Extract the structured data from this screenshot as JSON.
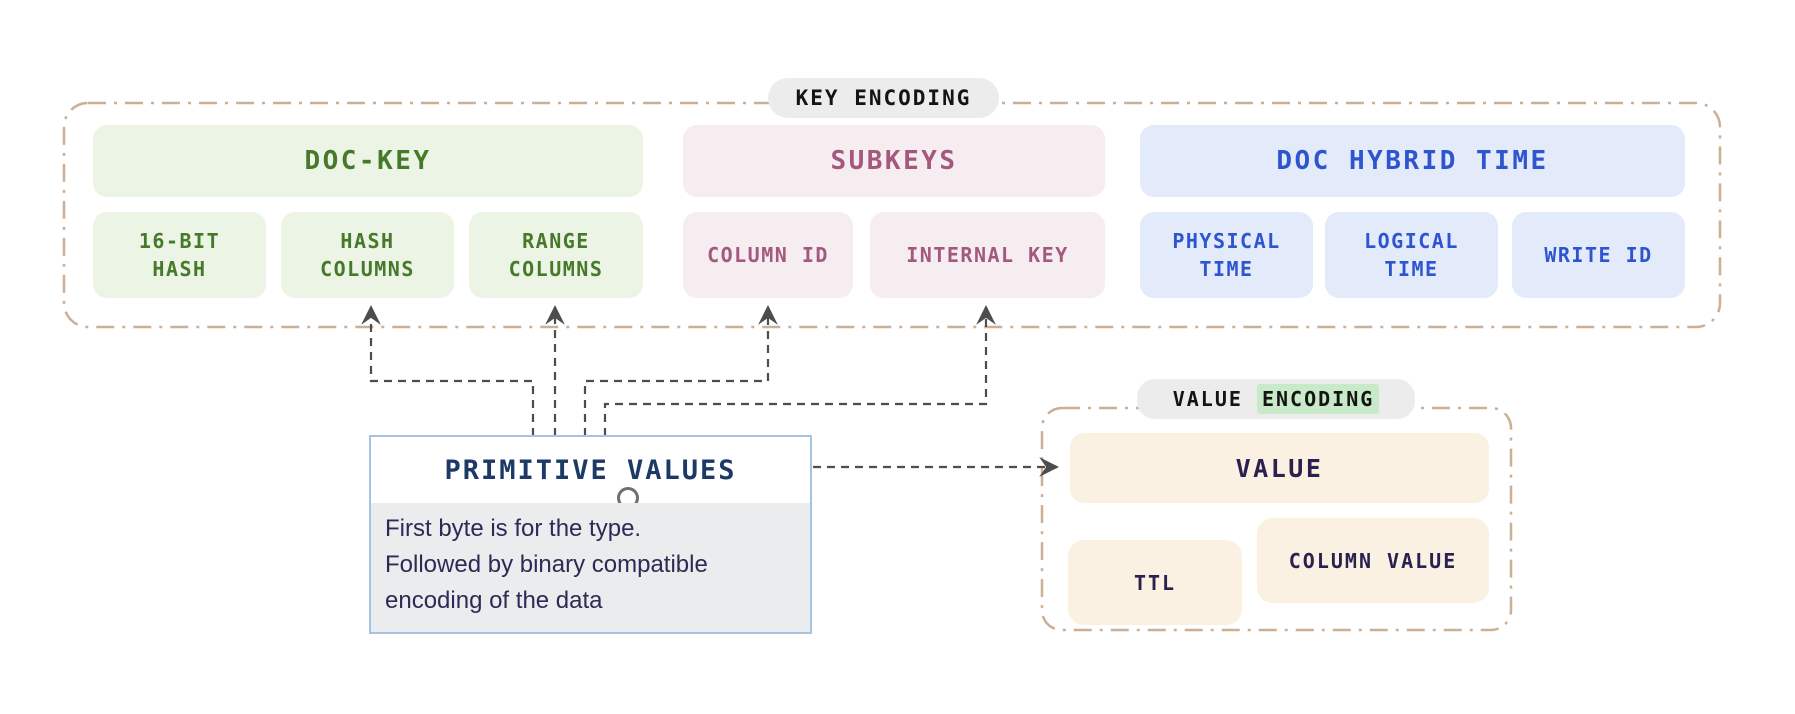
{
  "key_encoding": {
    "label": "KEY ENCODING",
    "border_color": "#ccb095",
    "groups": [
      {
        "title": "DOC-KEY",
        "text_color": "#47792b",
        "bg_color": "#ecf4e6",
        "items": [
          {
            "label": "16-BIT\nHASH"
          },
          {
            "label": "HASH\nCOLUMNS"
          },
          {
            "label": "RANGE\nCOLUMNS"
          }
        ]
      },
      {
        "title": "SUBKEYS",
        "text_color": "#a4587e",
        "bg_color": "#f5edf0",
        "items": [
          {
            "label": "COLUMN ID"
          },
          {
            "label": "INTERNAL KEY"
          }
        ]
      },
      {
        "title": "DOC HYBRID TIME",
        "text_color": "#2e55cf",
        "bg_color": "#e3eafa",
        "items": [
          {
            "label": "PHYSICAL\nTIME"
          },
          {
            "label": "LOGICAL\nTIME"
          },
          {
            "label": "WRITE ID"
          }
        ]
      }
    ]
  },
  "primitive_values": {
    "title": "PRIMITIVE VALUES",
    "description": "First byte is for the type.\nFollowed by binary compatible\nencoding of the data",
    "title_color": "#1d3a66",
    "body_text_color": "#2e2a55"
  },
  "value_encoding": {
    "label_plain": "VALUE",
    "label_highlight": "ENCODING",
    "highlight_color": "#c8eac8",
    "border_color": "#ccb095",
    "box_bg_color": "#faf1e2",
    "text_color": "#2b2150",
    "items": [
      {
        "label": "VALUE"
      },
      {
        "label": "TTL"
      },
      {
        "label": "COLUMN VALUE"
      }
    ]
  },
  "connectors": {
    "color": "#4d4d4d",
    "targets": [
      "HASH COLUMNS",
      "RANGE COLUMNS",
      "COLUMN ID",
      "INTERNAL KEY",
      "VALUE"
    ]
  }
}
